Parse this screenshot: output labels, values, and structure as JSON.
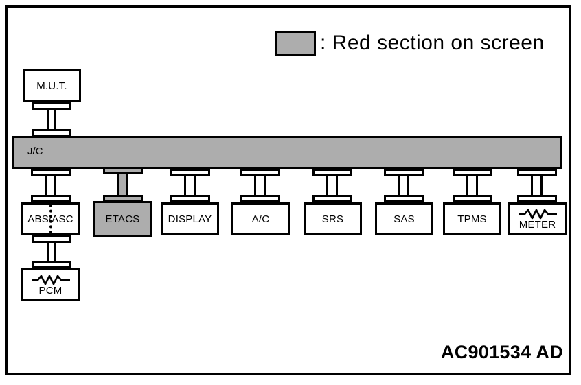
{
  "legend": {
    "swatch_color": "#adadad",
    "text": ": Red section on screen"
  },
  "diagram": {
    "bus": {
      "label": "J/C",
      "highlighted": true,
      "color": "#adadad"
    },
    "top_unit": {
      "label": "M.U.T.",
      "highlighted": false
    },
    "units": [
      {
        "label": "ABS/ASC",
        "highlighted": false,
        "divider": "dotted",
        "zigzag": false
      },
      {
        "label": "ETACS",
        "highlighted": true,
        "divider": "none",
        "zigzag": false
      },
      {
        "label": "DISPLAY",
        "highlighted": false,
        "divider": "none",
        "zigzag": false
      },
      {
        "label": "A/C",
        "highlighted": false,
        "divider": "none",
        "zigzag": false
      },
      {
        "label": "SRS",
        "highlighted": false,
        "divider": "none",
        "zigzag": false
      },
      {
        "label": "SAS",
        "highlighted": false,
        "divider": "none",
        "zigzag": false
      },
      {
        "label": "TPMS",
        "highlighted": false,
        "divider": "none",
        "zigzag": false
      },
      {
        "label": "METER",
        "highlighted": false,
        "divider": "none",
        "zigzag": true
      }
    ],
    "bottom_unit": {
      "label": "PCM",
      "highlighted": false,
      "zigzag": true
    }
  },
  "part_number": {
    "code": "AC901534",
    "suffix": "AD"
  }
}
